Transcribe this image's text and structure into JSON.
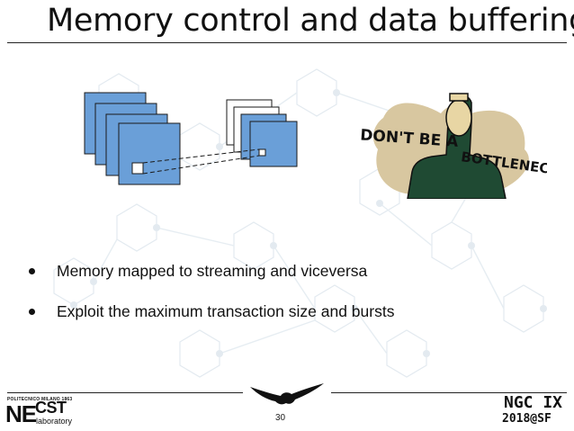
{
  "slide": {
    "title": "Memory control and data buffering",
    "bullets": [
      "Memory mapped to streaming and viceversa",
      "Exploit the maximum transaction size and bursts"
    ],
    "cartoon": {
      "text_top": "DON'T BE A",
      "text_bottom": "BOTTLENECK"
    },
    "footer": {
      "institution": "POLITECNICO MILANO 1863",
      "lab_logo_ne": "NE",
      "lab_logo_cst": "CST",
      "lab_logo_sub": "laboratory",
      "page_number": "30",
      "event_line1": "NGC IX",
      "event_line2": "2018@SF"
    }
  },
  "colors": {
    "block_fill": "#6a9fd8",
    "block_stroke": "#1a1a1a",
    "text": "#111111"
  }
}
